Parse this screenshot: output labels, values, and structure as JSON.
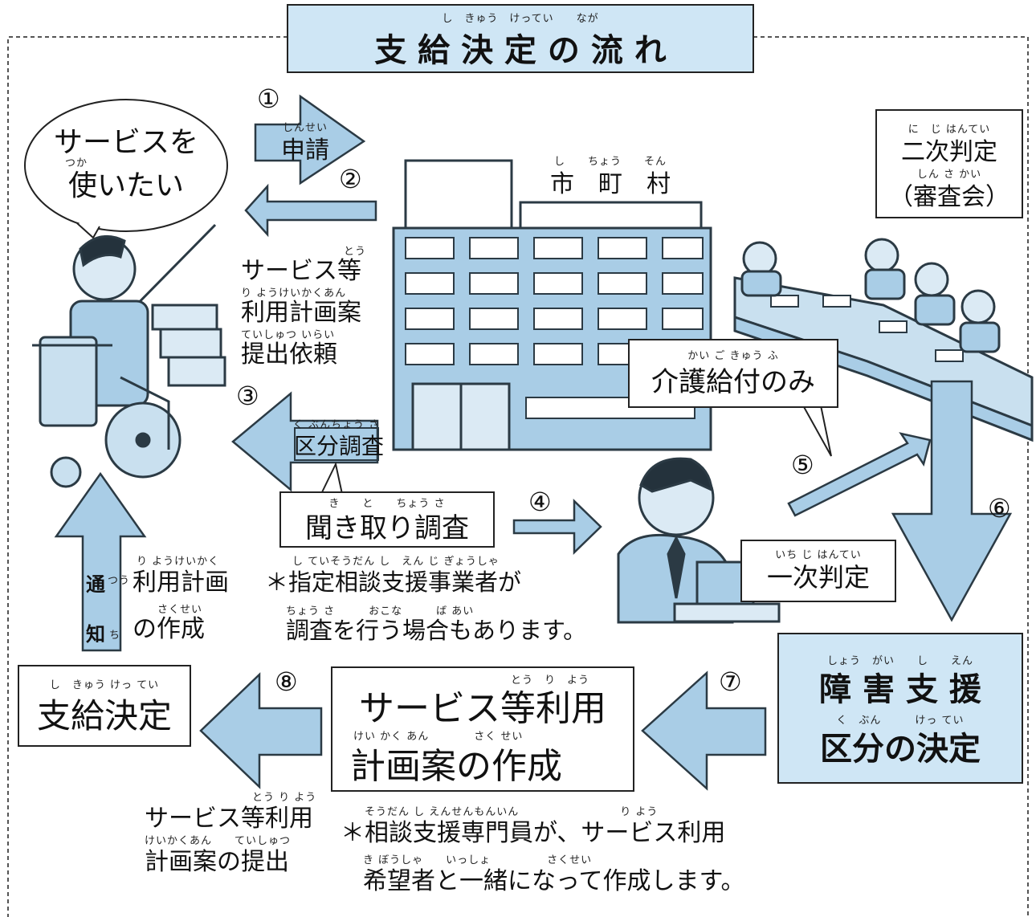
{
  "title": {
    "ruby": "し　きゅう　けってい　　なが",
    "text": "支 給 決 定 の 流 れ"
  },
  "bubble": {
    "line1": "サービスを",
    "ruby": "つか",
    "line2": "使いたい"
  },
  "steps": {
    "s1": "①",
    "s2": "②",
    "s3": "③",
    "s4": "④",
    "s5": "⑤",
    "s6": "⑥",
    "s7": "⑦",
    "s8": "⑧"
  },
  "apply": {
    "ruby": "しんせい",
    "label": "申請"
  },
  "municipality": {
    "ruby": "し　　ちょう　　そん",
    "label": "市　町　村"
  },
  "secondary": {
    "ruby1": "に　じ はんてい",
    "line1": "二次判定",
    "ruby2": "しん さ かい",
    "line2": "（審査会）"
  },
  "plan_request": {
    "ruby1": "とう",
    "line1": "サービス等",
    "ruby2": "り ようけいかくあん",
    "line2": "利用計画案",
    "ruby3": "ていしゅつ いらい",
    "line3": "提出依頼"
  },
  "care_only": {
    "ruby": "かい ご きゅう ふ",
    "label": "介護給付のみ"
  },
  "survey": {
    "ruby": "く ぶんちょう さ",
    "label": "区分調査"
  },
  "interview": {
    "ruby": "き　　と　　ちょう さ",
    "label": "聞き取り調査"
  },
  "notice": {
    "char1": "通",
    "ruby1": "つう",
    "char2": "知",
    "ruby2": "ち"
  },
  "plan_make": {
    "ruby1": "り ようけいかく",
    "line1": "利用計画",
    "ruby2": "さくせい",
    "line2": "の作成"
  },
  "note1": {
    "ruby1": "し ていそうだん し　えん じ ぎょうしゃ",
    "line1": "＊指定相談支援事業者が",
    "ruby2": "ちょう さ　　　おこな　　　ば あい",
    "line2": "調査を行う場合もあります。"
  },
  "primary": {
    "ruby": "いち じ はんてい",
    "label": "一次判定"
  },
  "disability": {
    "ruby1": "しょう　がい　　し　　えん",
    "line1": "障 害 支 援",
    "ruby2": "く　ぶん　　　けっ てい",
    "line2": "区分の決定"
  },
  "decision": {
    "ruby": "し　きゅう けっ てい",
    "label": "支給決定"
  },
  "plan_create": {
    "ruby1": "とう　り　よう",
    "line1": "サービス等利用",
    "ruby2": "けい かく あん　　　　さく せい",
    "line2": "計画案の作成"
  },
  "submit": {
    "ruby1": "とう り よう",
    "line1": "サービス等利用",
    "ruby2": "けいかくあん　　ていしゅつ",
    "line2": "計画案の提出"
  },
  "note2": {
    "ruby1": "そうだん し えんせんもんいん　　　　　　　　　り よう",
    "line1": "＊相談支援専門員が、サービス利用",
    "ruby2": "き ぼうしゃ　　いっしょ　　　　　さくせい",
    "line2": "希望者と一緒になって作成します。"
  },
  "colors": {
    "arrow": "#a9cde6",
    "arrow_stroke": "#2b3a44",
    "panel": "#cfe6f5",
    "frame": "#555555"
  },
  "illustrations": [
    "wheelchair-user-figure",
    "municipal-office-building",
    "review-committee-meeting",
    "office-worker-at-computer"
  ]
}
